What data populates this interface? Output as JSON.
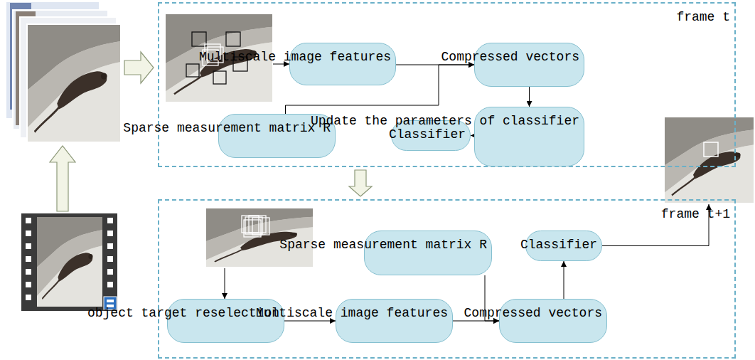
{
  "diagram": {
    "nodes": [
      {
        "text": [
          "frame t"
        ]
      },
      {
        "text": [
          "Multiscale image features"
        ],
        "in": 0
      },
      {
        "text": [
          "Compressed vectors"
        ],
        "in": 0
      },
      {
        "text": [
          "Sparse measurement matrix R"
        ],
        "in": 0
      },
      {
        "text": [
          "Classifier"
        ],
        "in": 0
      },
      {
        "text": [
          "Update the parameters of classifier"
        ],
        "in": 0
      },
      {
        "text": [
          "frame t+1"
        ]
      },
      {
        "text": [
          "object target reselection"
        ],
        "in": 6
      },
      {
        "text": [
          "Sparse measurement matrix R"
        ],
        "in": 6
      },
      {
        "text": [
          "Classifier"
        ],
        "in": 6
      },
      {
        "text": [
          "Multiscale image features"
        ],
        "in": 6
      },
      {
        "text": [
          "Compressed vectors"
        ],
        "in": 6
      }
    ],
    "edges": [
      {
        "from": 1,
        "to": 2,
        "arrow": "to"
      },
      {
        "from": 3,
        "to": 2,
        "arrow": "to"
      },
      {
        "from": 2,
        "to": 5,
        "arrow": "to"
      },
      {
        "from": 5,
        "to": 4,
        "arrow": "to"
      },
      {
        "from": 0,
        "to": 6,
        "arrow": "to"
      },
      {
        "from": 7,
        "to": 10,
        "arrow": "to"
      },
      {
        "from": 10,
        "to": 11,
        "arrow": "to"
      },
      {
        "from": 8,
        "to": 11,
        "arrow": "to"
      },
      {
        "from": 11,
        "to": 9,
        "arrow": "to"
      }
    ]
  }
}
